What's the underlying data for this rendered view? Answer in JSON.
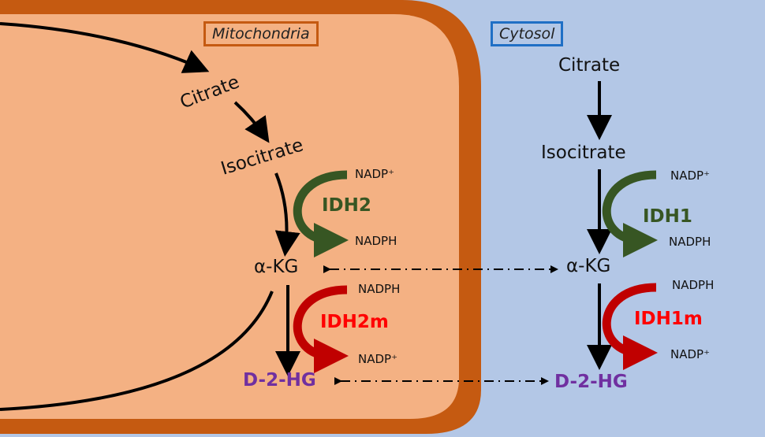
{
  "compartments": {
    "mitochondria": "Mitochondria",
    "cytosol": "Cytosol"
  },
  "mito": {
    "citrate": "Citrate",
    "isocitrate": "Isocitrate",
    "akg": "α-KG",
    "d2hg": "D-2-HG",
    "idh2": "IDH2",
    "idh2m": "IDH2m",
    "nadp_plus_1": "NADP⁺",
    "nadph_1": "NADPH",
    "nadph_2": "NADPH",
    "nadp_plus_2": "NADP⁺"
  },
  "cyto": {
    "citrate": "Citrate",
    "isocitrate": "Isocitrate",
    "akg": "α-KG",
    "d2hg": "D-2-HG",
    "idh1": "IDH1",
    "idh1m": "IDH1m",
    "nadp_plus_1": "NADP⁺",
    "nadph_1": "NADPH",
    "nadph_2": "NADPH",
    "nadp_plus_2": "NADP⁺"
  },
  "colors": {
    "cytosol_bg": "#b3c7e6",
    "mito_fill": "#f4b183",
    "mito_border": "#c55a11",
    "cytosol_box_border": "#1f6fc5",
    "wildtype_enzyme": "#375623",
    "mutant_enzyme": "#c00000",
    "mutant_label": "#ff0000",
    "wildtype_label": "#375623",
    "d2hg_label": "#7030a0"
  }
}
